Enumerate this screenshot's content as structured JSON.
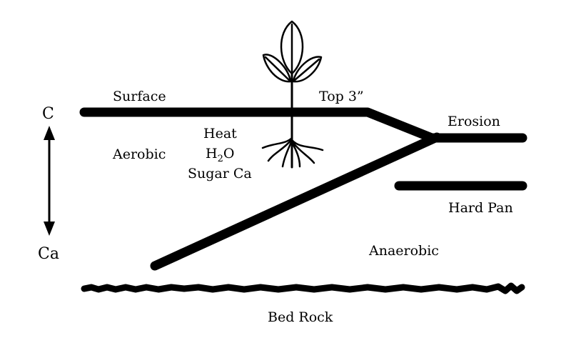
{
  "labels": {
    "surface": "Surface",
    "top": "Top 3”",
    "erosion": "Erosion",
    "heat": "Heat",
    "h2o_h": "H",
    "h2o_sub": "2",
    "h2o_o": "O",
    "sugar_ca": "Sugar Ca",
    "aerobic": "Aerobic",
    "hard_pan": "Hard Pan",
    "anaerobic": "Anaerobic",
    "bed_rock": "Bed Rock",
    "axis_top": "C",
    "axis_bottom": "Ca"
  },
  "colors": {
    "ink": "#000000",
    "background": "#ffffff"
  },
  "icons": {
    "plant": "plant-seedling-icon",
    "axis_arrow": "double-headed-vertical-arrow-icon"
  }
}
